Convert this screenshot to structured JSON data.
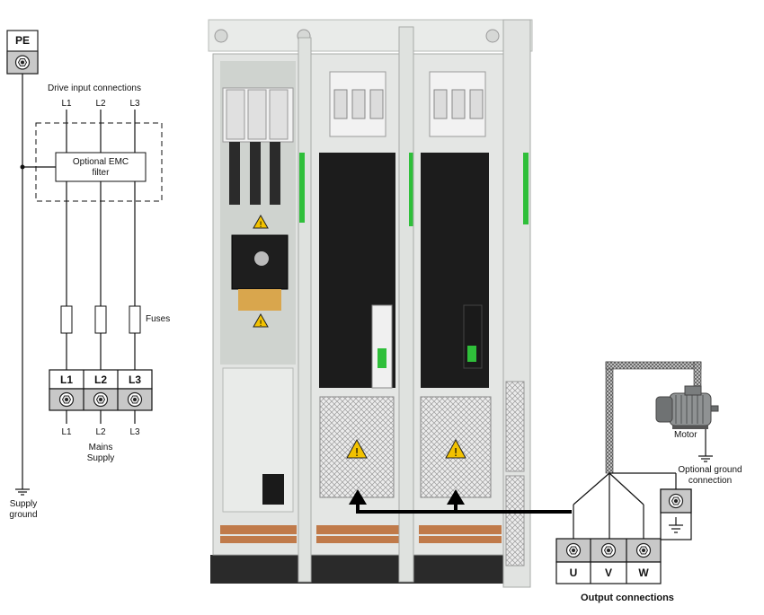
{
  "input_side": {
    "pe_label": "PE",
    "drive_input_title": "Drive input connections",
    "top_phases": [
      "L1",
      "L2",
      "L3"
    ],
    "emc_line1": "Optional EMC",
    "emc_line2": "filter",
    "fuses_label": "Fuses",
    "terminal_labels": [
      "L1",
      "L2",
      "L3"
    ],
    "bottom_phases": [
      "L1",
      "L2",
      "L3"
    ],
    "mains_line1": "Mains",
    "mains_line2": "Supply",
    "supply_ground_line1": "Supply",
    "supply_ground_line2": "ground"
  },
  "output_side": {
    "motor_label": "Motor",
    "optional_ground_line1": "Optional ground",
    "optional_ground_line2": "connection",
    "terminal_labels": [
      "U",
      "V",
      "W"
    ],
    "output_title": "Output connections"
  },
  "cabinet": {
    "description_icons": [
      "warning-icon",
      "warning-icon",
      "warning-icon",
      "warning-icon"
    ]
  },
  "colors": {
    "line": "#111111",
    "terminal_grey": "#c8c8c8",
    "cabinet_light": "#e6e8e6",
    "cabinet_mid": "#cfd2cf",
    "drive_black": "#1c1c1c",
    "accent_green": "#2fbf3a",
    "warning_yellow": "#f2c200",
    "copper": "#c07a4a"
  }
}
